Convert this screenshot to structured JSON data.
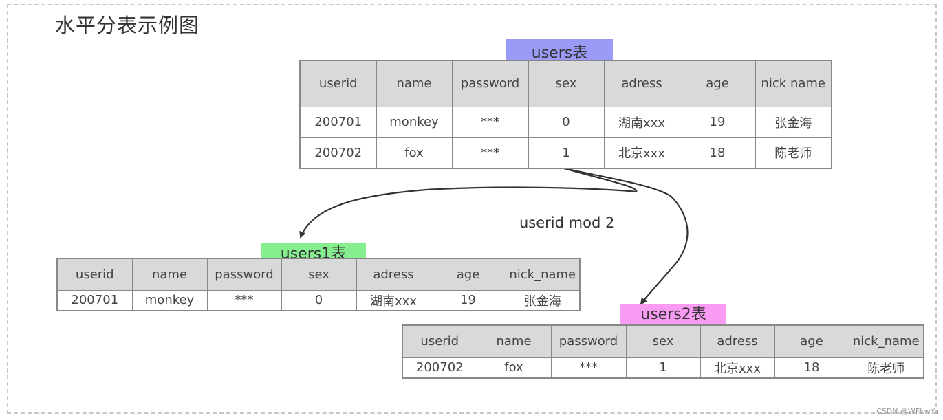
{
  "title": "水平分表示例图",
  "columns": [
    "userid",
    "name",
    "password",
    "sex",
    "adress",
    "age",
    "nick name"
  ],
  "sub_columns": [
    "userid",
    "name",
    "password",
    "sex",
    "adress",
    "age",
    "nick_name"
  ],
  "users": {
    "label": "users表",
    "color": "#9a9bf7",
    "rows": [
      [
        "200701",
        "monkey",
        "***",
        "0",
        "湖南xxx",
        "19",
        "张金海"
      ],
      [
        "200702",
        "fox",
        "***",
        "1",
        "北京xxx",
        "18",
        "陈老师"
      ]
    ]
  },
  "users1": {
    "label": "users1表",
    "color": "#86ee8e",
    "rows": [
      [
        "200701",
        "monkey",
        "***",
        "0",
        "湖南xxx",
        "19",
        "张金海"
      ]
    ]
  },
  "users2": {
    "label": "users2表",
    "color": "#f99bf2",
    "rows": [
      [
        "200702",
        "fox",
        "***",
        "1",
        "北京xxx",
        "18",
        "陈老师"
      ]
    ]
  },
  "rule": "userid mod 2",
  "watermark": "CSDN @WFkwYu"
}
